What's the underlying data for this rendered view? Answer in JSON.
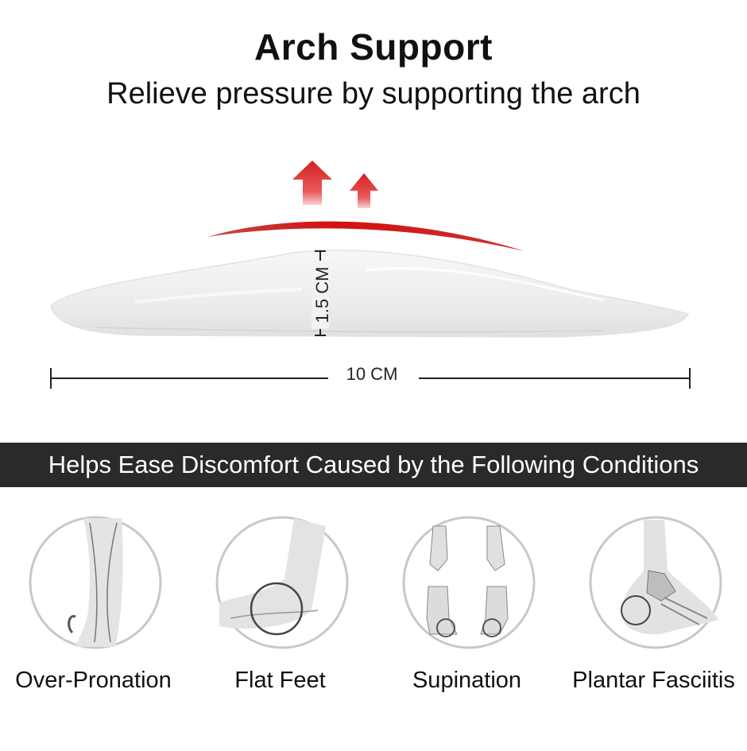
{
  "title": "Arch Support",
  "subtitle": "Relieve pressure by supporting the arch",
  "measurements": {
    "height": "1.5 CM",
    "length": "10 CM"
  },
  "banner": "Helps Ease Discomfort Caused by the Following Conditions",
  "conditions": [
    {
      "label": "Over-Pronation"
    },
    {
      "label": "Flat Feet"
    },
    {
      "label": "Supination"
    },
    {
      "label": "Plantar Fasciitis"
    }
  ],
  "colors": {
    "arrow_red": "#d42020",
    "banner_bg": "#2a2a2a"
  }
}
